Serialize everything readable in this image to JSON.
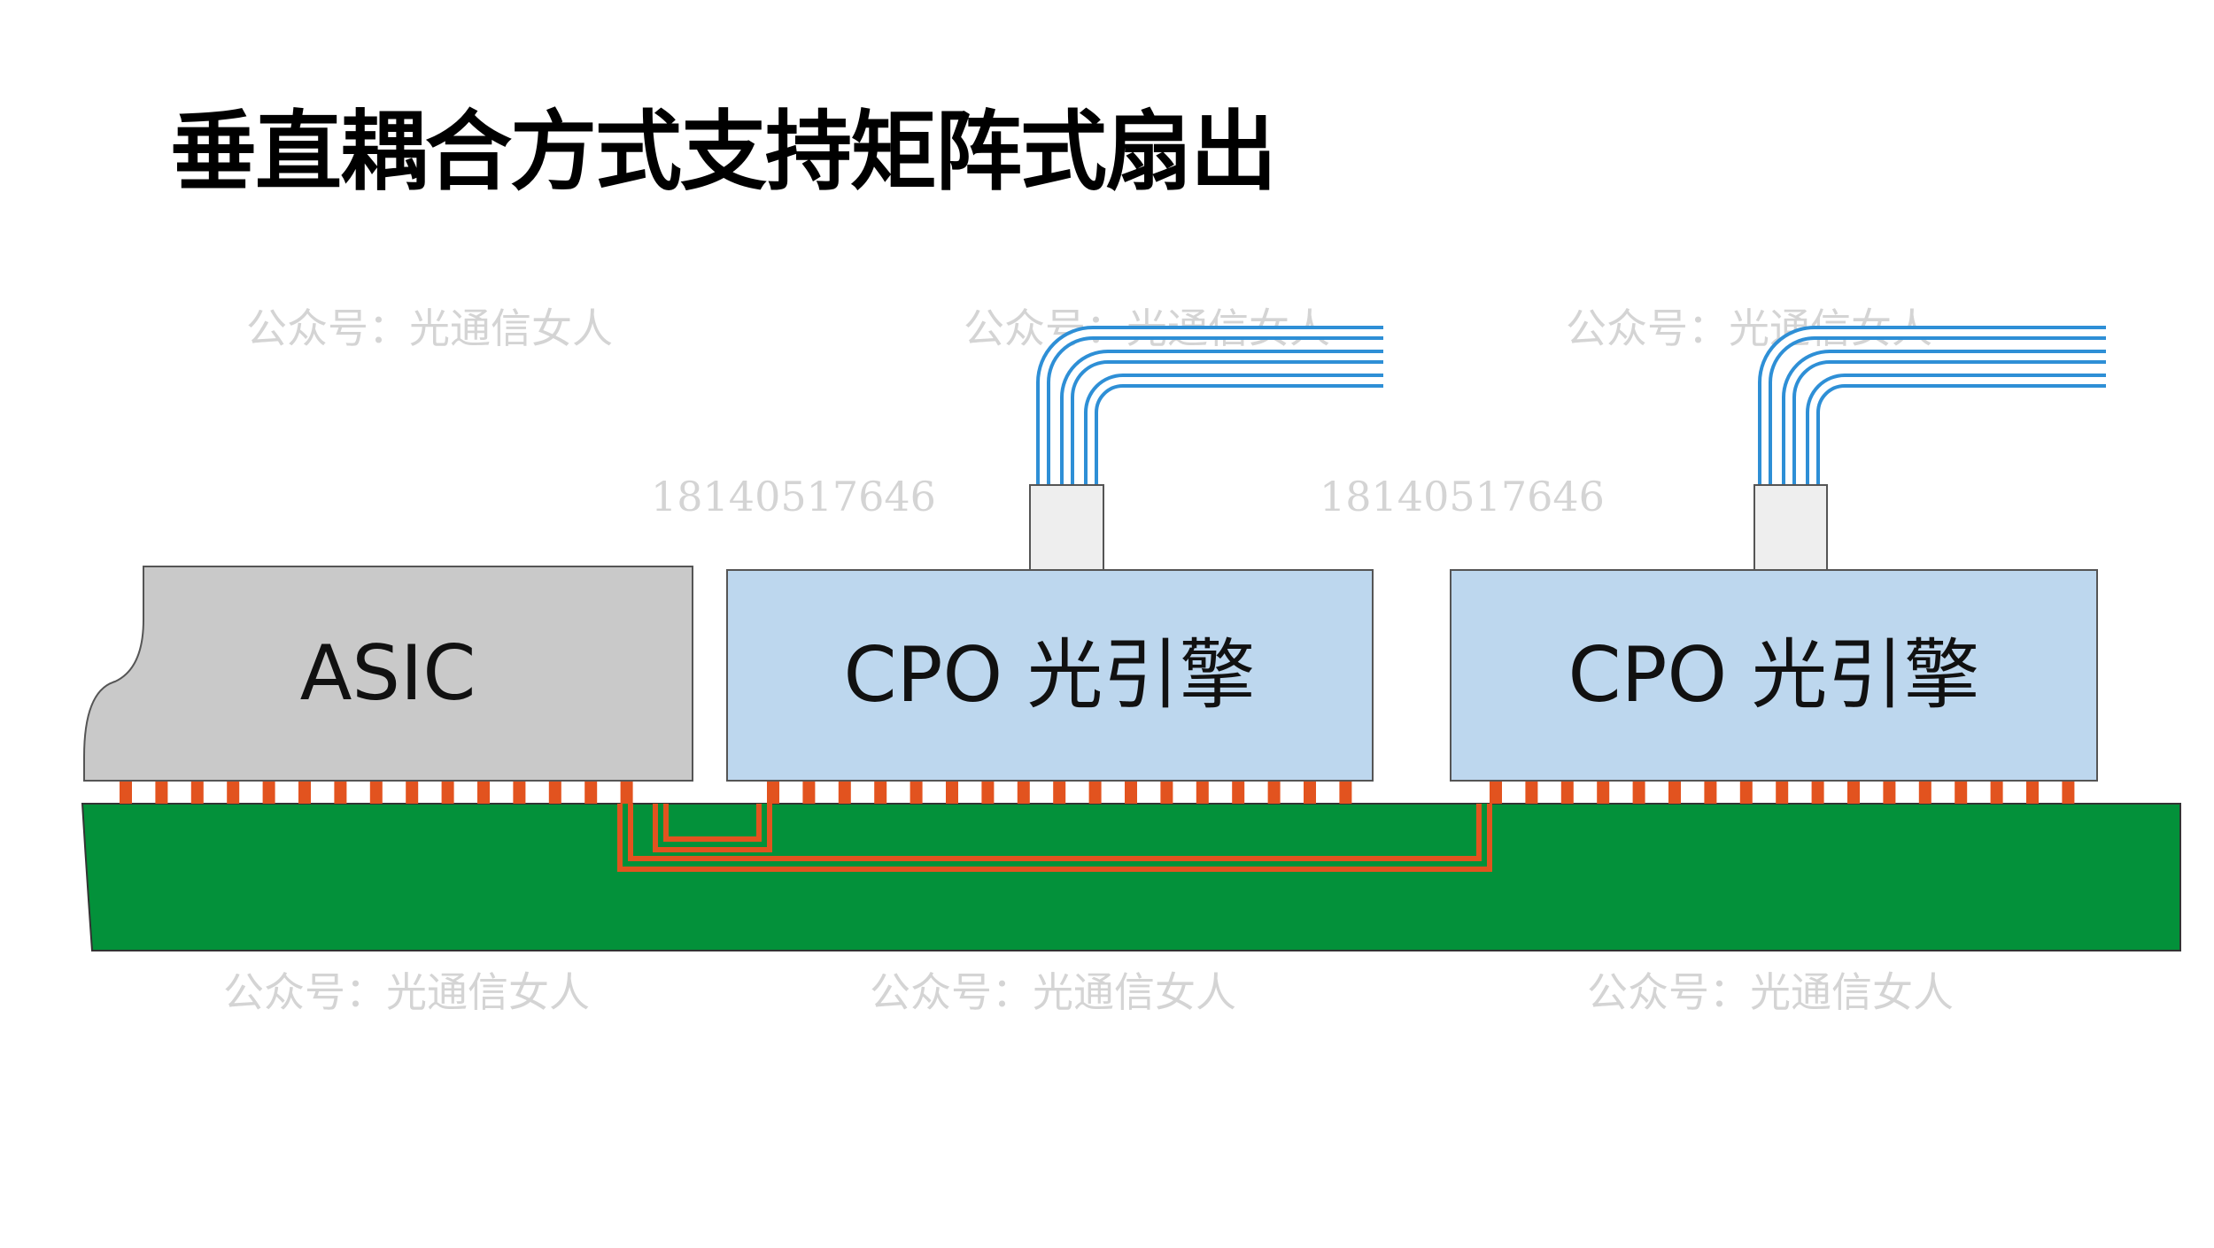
{
  "title": "垂直耦合方式支持矩阵式扇出",
  "blocks": {
    "asic": "ASIC",
    "cpo_1": "CPO 光引擎",
    "cpo_2": "CPO 光引擎"
  },
  "watermarks": {
    "account": "公众号：光通信女人",
    "phone": "18140517646"
  },
  "colors": {
    "pcb": "#03913a",
    "asic": "#c9c9c9",
    "cpo": "#bdd7ee",
    "pad": "#e2531f",
    "trace": "#e2531f",
    "fiber": "#2e8fd6",
    "connector": "#eeeeee",
    "outline": "#555555"
  }
}
